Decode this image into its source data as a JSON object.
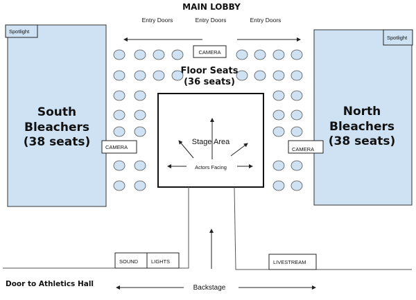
{
  "title": "MAIN LOBBY",
  "entry_doors": [
    "Entry Doors",
    "Entry Doors",
    "Entry Doors"
  ],
  "south_bleachers": {
    "line1": "South",
    "line2": "Bleachers",
    "line3": "(38 seats)",
    "spotlight": "Spotlight"
  },
  "north_bleachers": {
    "line1": "North",
    "line2": "Bleachers",
    "line3": "(38 seats)",
    "spotlight": "Spotlight"
  },
  "floor_seats": {
    "line1": "Floor Seats",
    "line2": "(36 seats)",
    "count": 36
  },
  "cameras": {
    "top": "CAMERA",
    "left": "CAMERA",
    "right": "CAMERA"
  },
  "stage": {
    "title": "Stage Area",
    "actors": "Actors Facing"
  },
  "booths": {
    "sound": "SOUND",
    "lights": "LIGHTS",
    "livestream": "LIVESTREAM"
  },
  "footer": {
    "door": "Door to Athletics Hall",
    "backstage": "Backstage"
  },
  "colors": {
    "bleacher_fill": "#cfe2f3",
    "seat_fill": "#cfe2f3",
    "outline": "#222222"
  }
}
